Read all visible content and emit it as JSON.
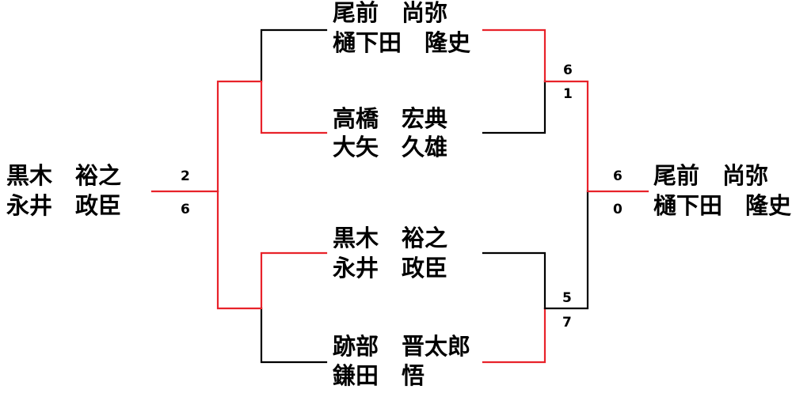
{
  "colors": {
    "win": "#e8222a",
    "lose": "#000000"
  },
  "teams": {
    "top_a": {
      "line1": "尾前　尚弥",
      "line2": "樋下田　隆史"
    },
    "top_b": {
      "line1": "高橋　宏典",
      "line2": "大矢　久雄"
    },
    "bottom_a": {
      "line1": "黒木　裕之",
      "line2": "永井　政臣"
    },
    "bottom_b": {
      "line1": "跡部　晋太郎",
      "line2": "鎌田　悟"
    },
    "left_final": {
      "line1": "黒木　裕之",
      "line2": "永井　政臣"
    },
    "right_final": {
      "line1": "尾前　尚弥",
      "line2": "樋下田　隆史"
    }
  },
  "scores": {
    "right_upper": {
      "top": "6",
      "bottom": "1"
    },
    "right_lower": {
      "top": "5",
      "bottom": "7"
    },
    "right_final": {
      "top": "6",
      "bottom": "0"
    },
    "left_final": {
      "top": "2",
      "bottom": "6"
    }
  }
}
